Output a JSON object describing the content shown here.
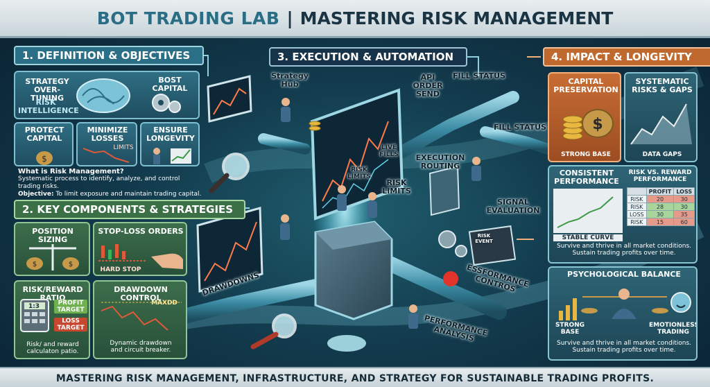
{
  "header": {
    "title_left": "BOT TRADING LAB",
    "separator": "|",
    "title_right": "MASTERING RISK MANAGEMENT"
  },
  "footer": {
    "text": "MASTERING RISK MANAGEMENT, INFRASTRUCTURE, AND STRATEGY FOR SUSTAINABLE TRADING PROFITS."
  },
  "section1": {
    "title": "1. DEFINITION & OBJECTIVES",
    "strategy_over_tuning": "STRATEGY\nOVER-TUNING",
    "risk_intelligence": "RISK\nINTELLIGENCE",
    "boost_capital": "BOST CAPITAL",
    "protect_capital": "PROTECT\nCAPITAL",
    "minimize_losses": "MINIMIZE\nLOSSES",
    "limits": "LIMITS",
    "ensure_longevity": "ENSURE\nLONGEVITY",
    "what_is": "What is Risk Management?",
    "description": "Systematic process to identify, analyze, and control trading risks.",
    "objective_label": "Objective:",
    "objective_text": "To limit exposure and maintain trading capital."
  },
  "section2": {
    "title": "2. KEY COMPONENTS & STRATEGIES",
    "position_sizing": "POSITION SIZING",
    "stop_loss_orders": "STOP-LOSS ORDERS",
    "hard_stop": "HARD STOP",
    "risk_reward_ratio": "RISK/REWARD RATIO",
    "ratio_display": "1:3",
    "profit_target": "PROFIT\nTARGET",
    "loss_target": "LOSS\nTARGET",
    "rr_caption": "Risk/ and reward\ncalculaton patio.",
    "drawdown_control": "DRAWDOWN CONTROL",
    "maxdd": "MAXDD",
    "dd_caption": "Dynamic drawdown\nand circuit breaker."
  },
  "section3": {
    "title": "3. EXECUTION & AUTOMATION",
    "strategy_hub": "Strategy\nHub",
    "api_order_send": "API\nORDER\nSEND",
    "fill_status_top": "FILL STATUS",
    "fill_status_right": "FILL STATUS",
    "live_fills": "LIVE\nFILLS",
    "risk_limits_screen": "RISK\nLIMITS",
    "risk_limits": "RISK\nLIMITS",
    "execution_routing": "EXECUTION\nROUTING",
    "signal_evaluation": "SIGNAL\nEVALUATION",
    "drawdowns": "DRAWDOWNS",
    "esformance_controls": "ESSFORMANCE\nCONTROS",
    "performance_analysis": "PERFORMANCE\nANALYSIS",
    "risk_event": "RISK\nEVENT"
  },
  "section4": {
    "title": "4. IMPACT & LONGEVITY",
    "capital_preservation": "CAPITAL\nPRESERVATION",
    "strong_base_top": "STRONG BASE",
    "systematic_risks": "SYSTEMATIC\nRISKS & GAPS",
    "data_gaps": "DATA GAPS",
    "consistent_performance": "CONSISTENT\nPERFORMANCE",
    "stable_curve": "STABLE CURVE",
    "risk_vs_reward": "RISK VS. REWARD\nPERFORMANCE",
    "rr_table": {
      "headers": [
        "",
        "PROFIT",
        "LOSS"
      ],
      "rows": [
        [
          "RISK",
          "20",
          "30"
        ],
        [
          "RISK",
          "28",
          "30"
        ],
        [
          "LOSS",
          "30",
          "35"
        ],
        [
          "RISK",
          "15",
          "60"
        ]
      ]
    },
    "survive_text_1": "Survive and thrive in all market conditions.\nSustain trading profits over time.",
    "psychological_balance": "PSYCHOLOGICAL BALANCE",
    "strong_base_bottom": "STRONG\nBASE",
    "emotionless_trading": "EMOTIONLESS\nTRADING",
    "survive_text_2": "Survive and thrive in all market conditions.\nSustain trading profits over time."
  },
  "colors": {
    "sec1": "#2a6f86",
    "sec2": "#3b6f46",
    "sec3": "#163349",
    "sec4": "#c0692e"
  }
}
